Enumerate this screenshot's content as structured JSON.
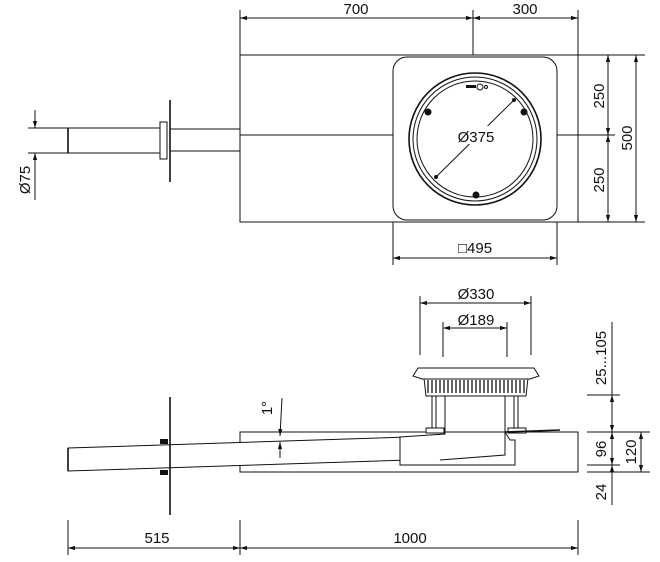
{
  "top_view": {
    "dim_length_drain": "700",
    "dim_length_rest": "300",
    "dim_half_a": "250",
    "dim_half_b": "250",
    "dim_width": "500",
    "dim_grate_square": "□495",
    "dim_grate_diameter": "Ø375",
    "dim_pipe_diameter": "Ø75"
  },
  "side_view": {
    "dim_outer_diameter": "Ø330",
    "dim_inner_diameter": "Ø189",
    "dim_height_adjust": "25...105",
    "dim_body": "96",
    "dim_slab": "120",
    "dim_bottom": "24",
    "dim_slope": "1°",
    "dim_pipe_length": "515",
    "dim_slab_length": "1000"
  }
}
